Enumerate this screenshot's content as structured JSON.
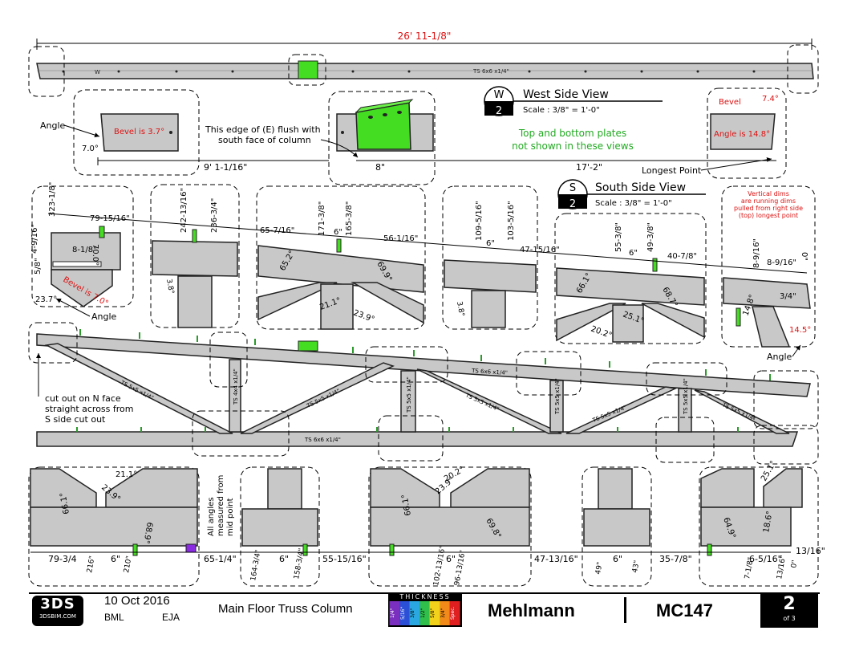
{
  "overall_dim": "26' 11-1/8\"",
  "member_labels": {
    "top_beam": "TS 6x6 x1/4\"",
    "top_chord": "TS 6x6 x1/4\"",
    "bottom_chord": "TS 6x6 x1/4\"",
    "web_left": "TS 5x5 x1/4\"",
    "web_mid": "TS 5x5 x1/4\"",
    "web_right": "TS 5x5 x1/4\"",
    "web_r2": "TS 5x5 x1/4\"",
    "web_rr": "TS 5x5 x1/4\"",
    "vert_1": "TS 4x4 x1/4\"",
    "vert_2": "TS 5x5 x1/4\"",
    "vert_3": "TS 5x5 x1/4\"",
    "vert_4": "TS 5x5 x1/4\""
  },
  "mark_w": "W",
  "west_view": {
    "badge_letter": "W",
    "badge_num": "2",
    "title": "West Side View",
    "scale": "Scale :  3/8\" = 1'-0\""
  },
  "south_view": {
    "badge_letter": "S",
    "badge_num": "2",
    "title": "South Side View",
    "scale": "Scale :  3/8\" = 1'-0\""
  },
  "green_note": [
    "Top and bottom plates",
    "not shown in these views"
  ],
  "west_details": {
    "angle_label": "Angle",
    "bevel_left": "Bevel is 3.7°",
    "angle_7": "7.0°",
    "flush_note": [
      "This edge of (E) flush with",
      "south face of column"
    ],
    "dim_9": "9' 1-1/16\"",
    "dim_8": "8\"",
    "dim_17": "17'-2\"",
    "longest_point": "Longest Point",
    "bevel_right_label": "Bevel",
    "bevel_right_val": "7.4°",
    "angle_right": "Angle is 14.8°"
  },
  "south_details": {
    "d1": {
      "top": "323-1/8\"",
      "left": "4-9/16\"",
      "a": "79-15/16\"",
      "b": "8-1/8\"",
      "c": "70.0°",
      "d": "5/8\"",
      "bevel": "Bevel is 7.0°",
      "e": "23.7°",
      "angle": "Angle"
    },
    "d2": {
      "a": "242-13/16\"",
      "b": "236-3/4\"",
      "c": "3.8°"
    },
    "d3": {
      "a": "65-7/16\"",
      "b": "171-3/8\"",
      "c": "6\"",
      "d": "165-3/8\"",
      "e": "56-1/16\"",
      "f": "65.2°",
      "g": "69.9°",
      "h": "21.1°",
      "i": "23.9°"
    },
    "d4": {
      "a": "109-5/16\"",
      "b": "6\"",
      "c": "103-5/16\"",
      "d": "3.8°"
    },
    "d5": {
      "a": "47-15/16\"",
      "b": "55-3/8\"",
      "c": "6\"",
      "d": "49-3/8\"",
      "e": "40-7/8\"",
      "f": "66.1°",
      "g": "68.7°",
      "h": "25.1°",
      "i": "20.2°"
    },
    "d6": {
      "note": [
        "Vertical dims",
        "are running dims",
        "pulled from right side",
        "(top) longest point"
      ],
      "a": "8-9/16\"",
      "b": "8-9/16\"",
      "c": "0\"",
      "d": "3/4\"",
      "e": "14.8°",
      "f": "14.5°",
      "angle": "Angle"
    }
  },
  "cut_note": [
    "cut out on N face",
    "straight across from",
    "S side cut out"
  ],
  "bottom_details": {
    "b1": {
      "a": "21.1°",
      "b": "23.9°",
      "c": "66.1°",
      "d": "68.9°",
      "e": "216\"",
      "f": "210\""
    },
    "b2": {
      "note": [
        "All angles",
        "measured from",
        "mid point"
      ],
      "a": "164-3/4\"",
      "b": "158-3/4\""
    },
    "b3": {
      "a": "20.2°",
      "b": "23.9°",
      "c": "66.1°",
      "d": "69.8°",
      "e": "102-13/16\"",
      "f": "96-13/16\""
    },
    "b4": {
      "a": "49\"",
      "b": "43\""
    },
    "b5": {
      "a": "25.1°",
      "b": "64.9°",
      "c": "18.6°",
      "d": "7-1/8\"",
      "e": "13/16\"",
      "f": "0\""
    }
  },
  "bottom_dims": [
    "79-3/4",
    "6\"",
    "65-1/4\"",
    "6\"",
    "55-15/16\"",
    "6\"",
    "47-13/16\"",
    "6\"",
    "35-7/8\"",
    "6-5/16\"",
    "13/16\""
  ],
  "title_block": {
    "logo_big": "3DS",
    "logo_small": "3DSBIM.COM",
    "date": "10 Oct 2016",
    "drawn_by": "BML",
    "checked_by": "EJA",
    "description": "Main Floor Truss Column",
    "thickness_label": "THICKNESS",
    "thickness_values": [
      "1/4\"",
      "5/16\"",
      "3/8\"",
      "1/2\"",
      "5/8\"",
      "3/4\"",
      "Spec."
    ],
    "client": "Mehlmann",
    "job": "MC147",
    "sheet": "2",
    "of": "of 3"
  },
  "colors": {
    "steel": "#c8c8c8",
    "steel_stroke": "#222222",
    "plate_green": "#44dd22",
    "dim_red": "#dd1111",
    "note_green": "#22aa22",
    "thickness": [
      "#7b2fbf",
      "#2c4fd8",
      "#2aa7e0",
      "#2fbf4a",
      "#f2d21a",
      "#f28a1a",
      "#e02020"
    ]
  }
}
